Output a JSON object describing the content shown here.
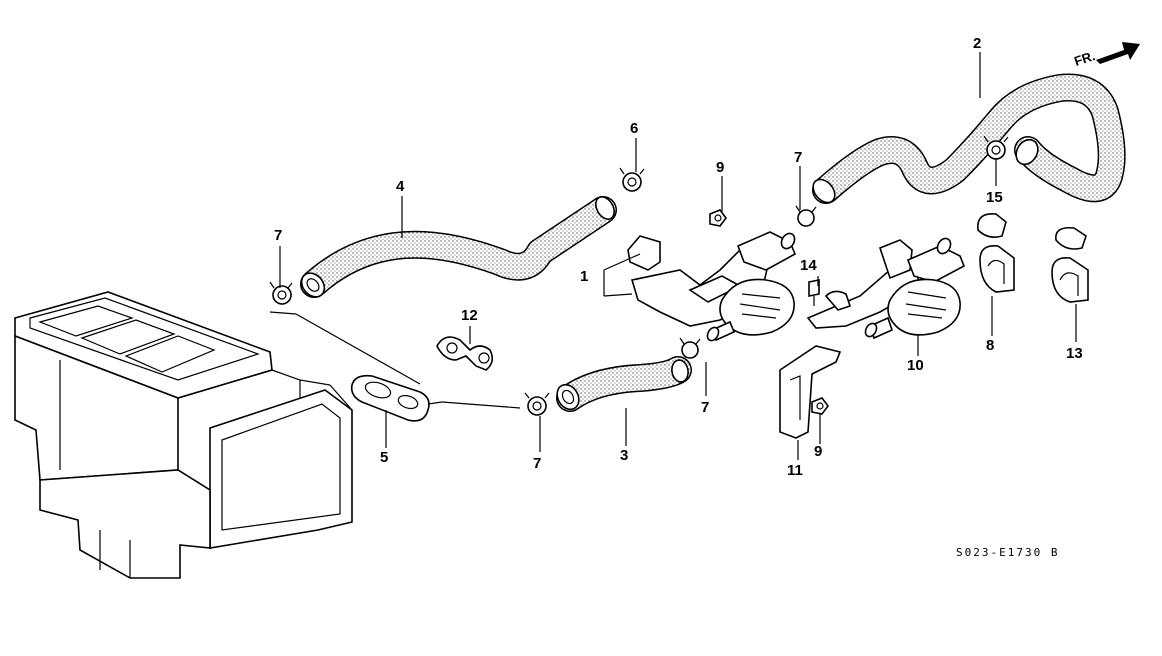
{
  "direction_label": "FR.",
  "diagram_code": "S023-E1730 B",
  "callouts": {
    "p1": "1",
    "p2": "2",
    "p3": "3",
    "p4": "4",
    "p5": "5",
    "p6": "6",
    "p7a": "7",
    "p7b": "7",
    "p7c": "7",
    "p7d": "7",
    "p8": "8",
    "p9a": "9",
    "p9b": "9",
    "p10": "10",
    "p11": "11",
    "p12": "12",
    "p13": "13",
    "p14": "14",
    "p15": "15"
  },
  "colors": {
    "line": "#000000",
    "hose_fill": "#e4e4e4",
    "background": "#ffffff"
  }
}
